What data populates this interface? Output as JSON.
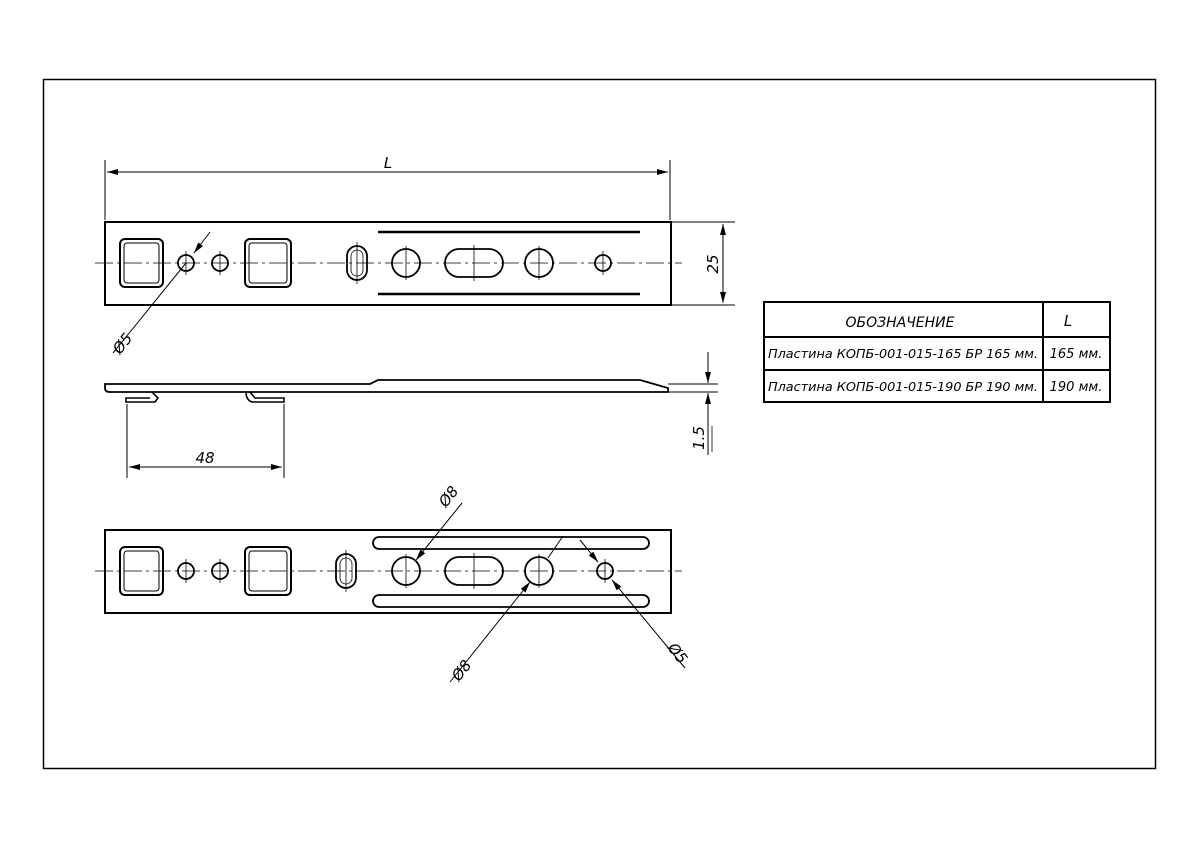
{
  "dimensions": {
    "length": "L",
    "width": "25",
    "thickness": "1.5",
    "foot_spacing": "48",
    "hole_top": "Ø5",
    "hole_bottom_large_top": "Ø8",
    "hole_bottom_large_bottom": "Ø8",
    "hole_bottom_small": "Ø5"
  },
  "table": {
    "header": {
      "designation": "ОБОЗНАЧЕНИЕ",
      "length": "L"
    },
    "rows": [
      {
        "designation": "Пластина КОПБ-001-015-165 БР 165 мм.",
        "length": "165 мм."
      },
      {
        "designation": "Пластина КОПБ-001-015-190 БР 190 мм.",
        "length": "190 мм."
      }
    ]
  }
}
